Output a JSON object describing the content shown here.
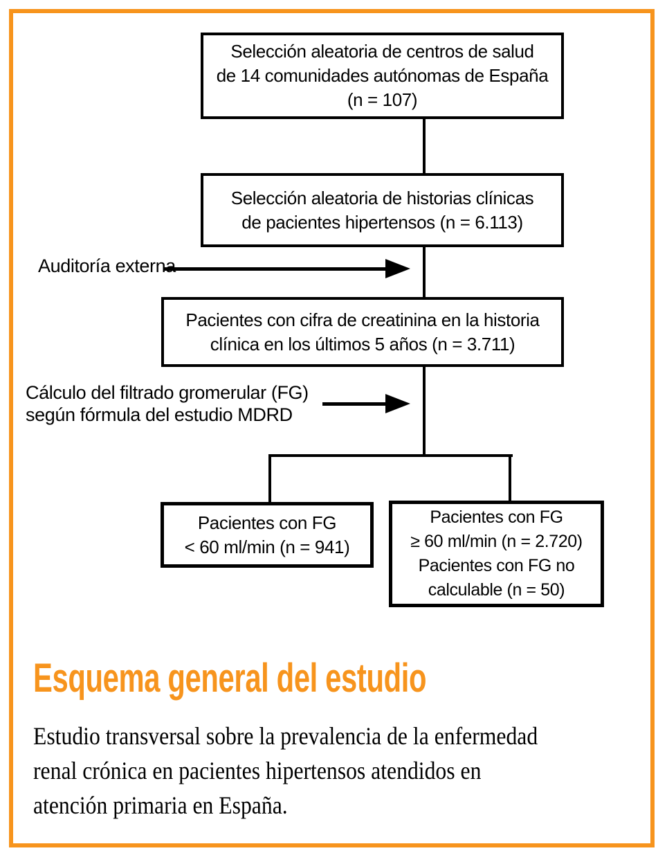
{
  "figure": {
    "boxes": {
      "centros": {
        "lines": [
          "Selección aleatoria de centros de salud",
          "de 14 comunidades autónomas de España",
          "(n = 107)"
        ]
      },
      "historias": {
        "lines": [
          "Selección aleatoria de historias clínicas",
          "de pacientes hipertensos (n = 6.113)"
        ]
      },
      "creatinina": {
        "lines": [
          "Pacientes con cifra de creatinina en la historia",
          "clínica en los últimos 5 años (n = 3.711)"
        ]
      },
      "fg_bajo": {
        "lines": [
          "Pacientes con FG",
          "< 60 ml/min (n = 941)"
        ]
      },
      "fg_alto": {
        "lines": [
          "Pacientes con FG",
          "≥ 60 ml/min (n = 2.720)",
          "Pacientes con FG no",
          "calculable (n = 50)"
        ]
      }
    },
    "annotations": {
      "auditoria": {
        "lines": [
          "Auditoría externa"
        ]
      },
      "mdrd": {
        "lines": [
          "Cálculo del filtrado gromerular (FG)",
          "según fórmula del estudio MDRD"
        ]
      }
    },
    "title": "Esquema general del estudio",
    "caption_lines": [
      "Estudio transversal sobre la prevalencia de la enfermedad",
      "renal crónica en pacientes hipertensos atendidos en",
      "atención primaria en España."
    ],
    "colors": {
      "accent": "#F7941D",
      "ink": "#000000",
      "background": "#FFFFFF"
    }
  }
}
